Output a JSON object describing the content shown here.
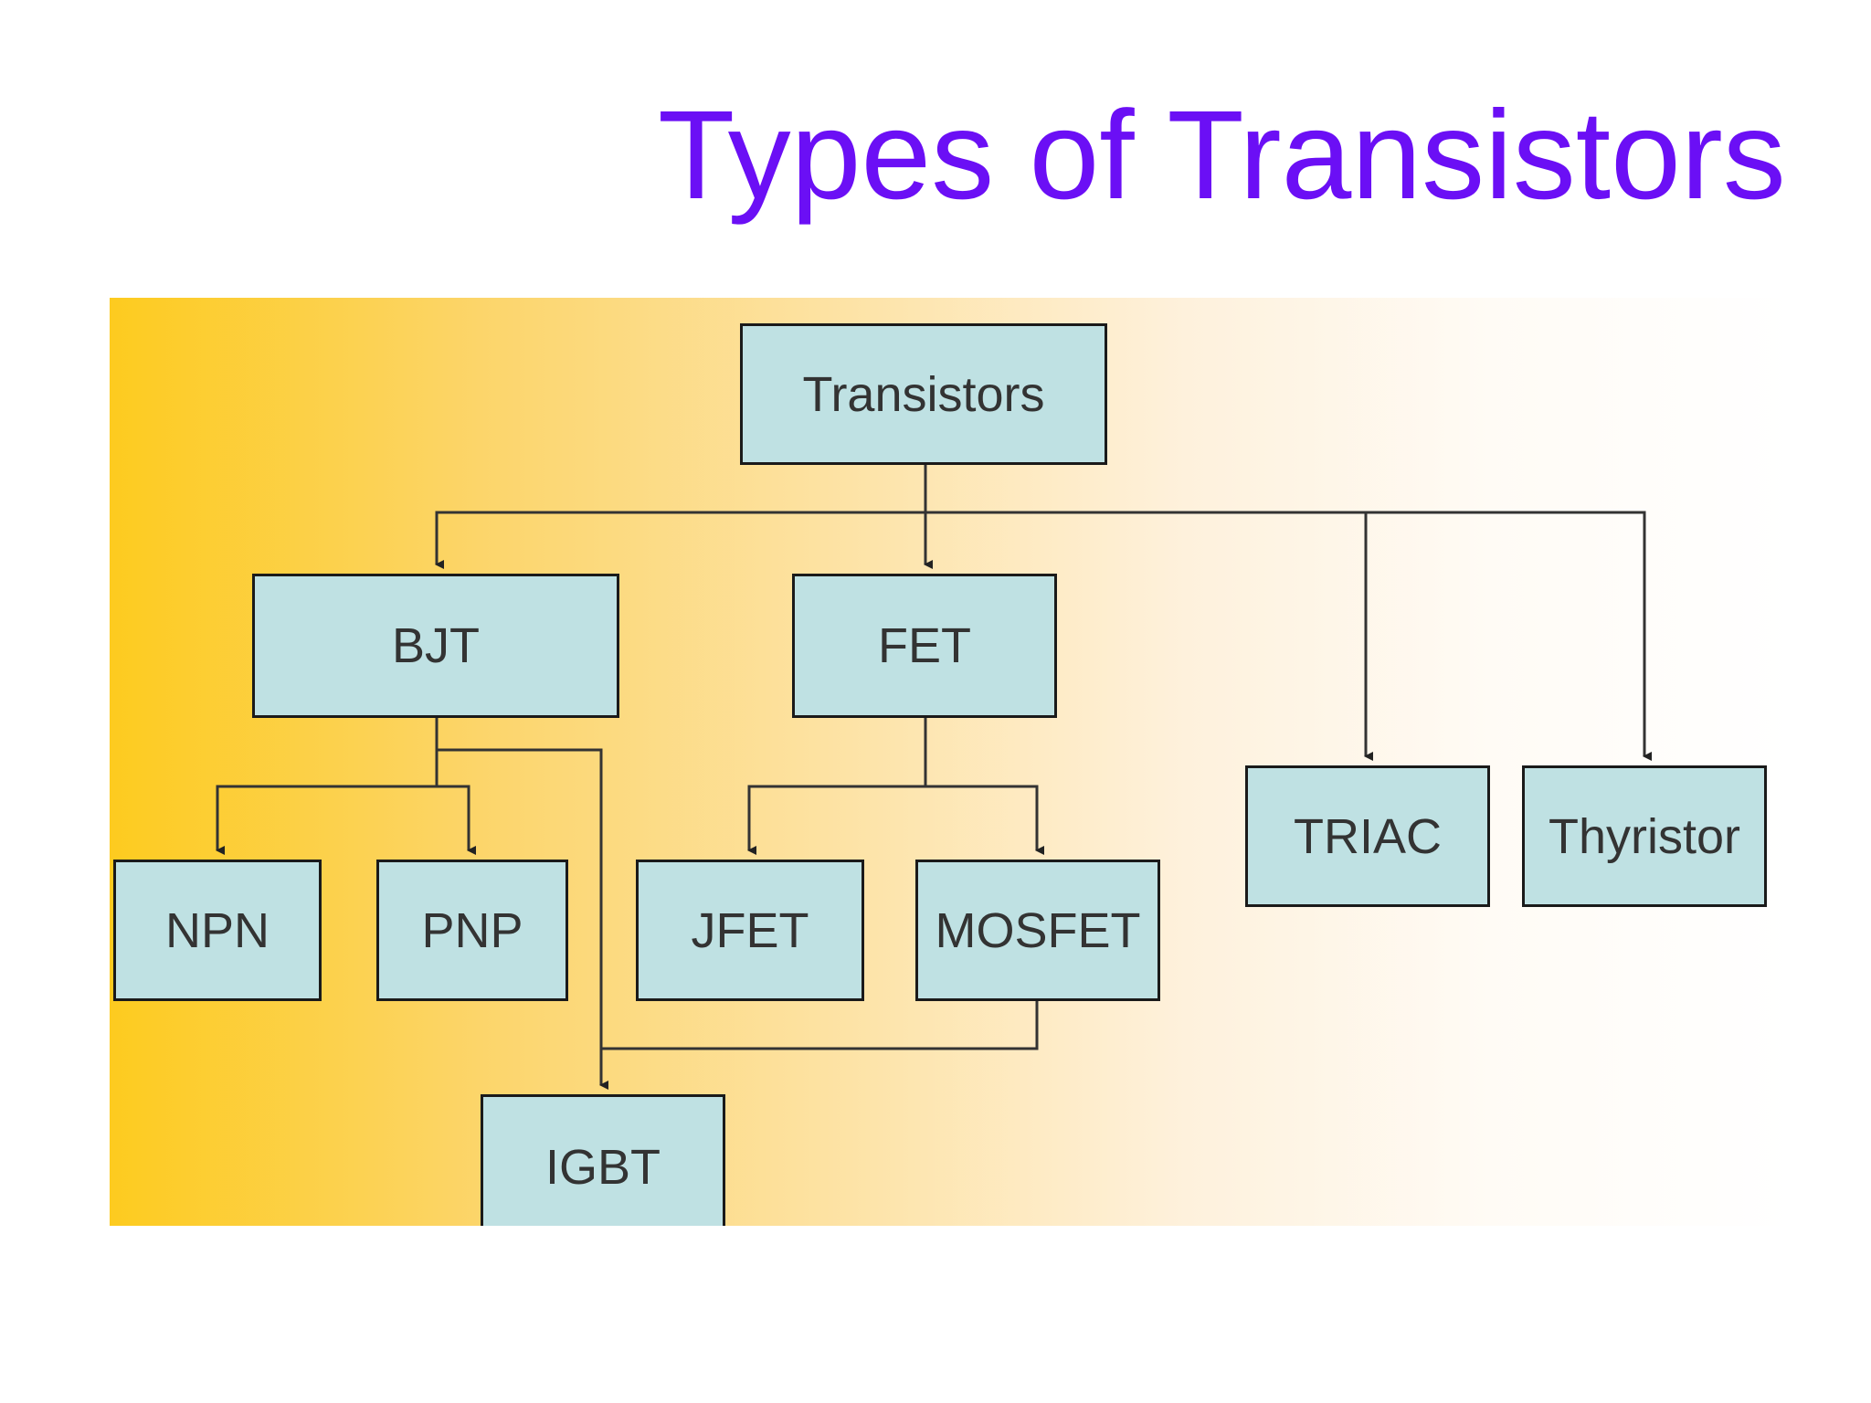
{
  "title": "Types of Transistors",
  "colors": {
    "title": "#6b0ff5",
    "box_fill": "#bfe1e3",
    "box_border": "#1a1a1a",
    "box_text": "#333333",
    "line": "#333333",
    "gradient_start": "#fdcb1f",
    "gradient_end": "#ffffff"
  },
  "nodes": {
    "transistors": "Transistors",
    "bjt": "BJT",
    "fet": "FET",
    "triac": "TRIAC",
    "thyristor": "Thyristor",
    "npn": "NPN",
    "pnp": "PNP",
    "jfet": "JFET",
    "mosfet": "MOSFET",
    "igbt": "IGBT"
  },
  "edges": [
    [
      "transistors",
      "bjt"
    ],
    [
      "transistors",
      "fet"
    ],
    [
      "transistors",
      "triac"
    ],
    [
      "transistors",
      "thyristor"
    ],
    [
      "bjt",
      "npn"
    ],
    [
      "bjt",
      "pnp"
    ],
    [
      "bjt",
      "igbt"
    ],
    [
      "fet",
      "jfet"
    ],
    [
      "fet",
      "mosfet"
    ],
    [
      "mosfet",
      "igbt"
    ]
  ]
}
